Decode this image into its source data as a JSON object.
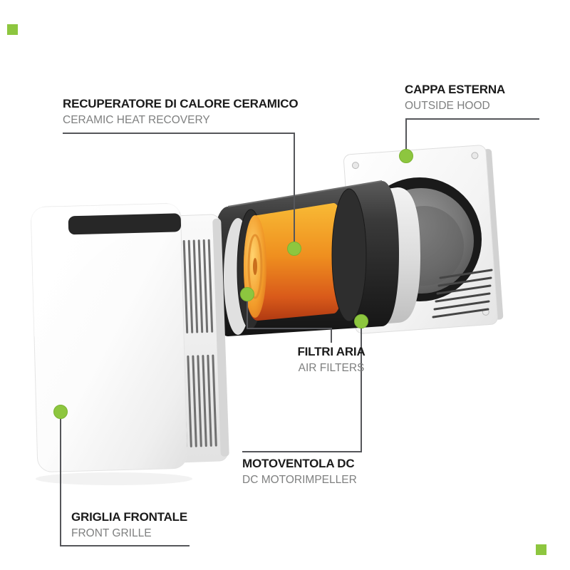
{
  "colors": {
    "accent": "#8dc63f",
    "title": "#1b1b1b",
    "subtitle": "#7f8080",
    "line": "#55565a",
    "background": "#ffffff"
  },
  "callouts": {
    "heat_recovery": {
      "title": "RECUPERATORE DI CALORE CERAMICO",
      "subtitle": "CERAMIC HEAT RECOVERY"
    },
    "outside_hood": {
      "title": "CAPPA ESTERNA",
      "subtitle": "OUTSIDE HOOD"
    },
    "air_filters": {
      "title": "FILTRI ARIA",
      "subtitle": "AIR FILTERS"
    },
    "dc_motor": {
      "title": "MOTOVENTOLA DC",
      "subtitle": "DC MOTORIMPELLER"
    },
    "front_grille": {
      "title": "GRIGLIA FRONTALE",
      "subtitle": "FRONT GRILLE"
    }
  }
}
